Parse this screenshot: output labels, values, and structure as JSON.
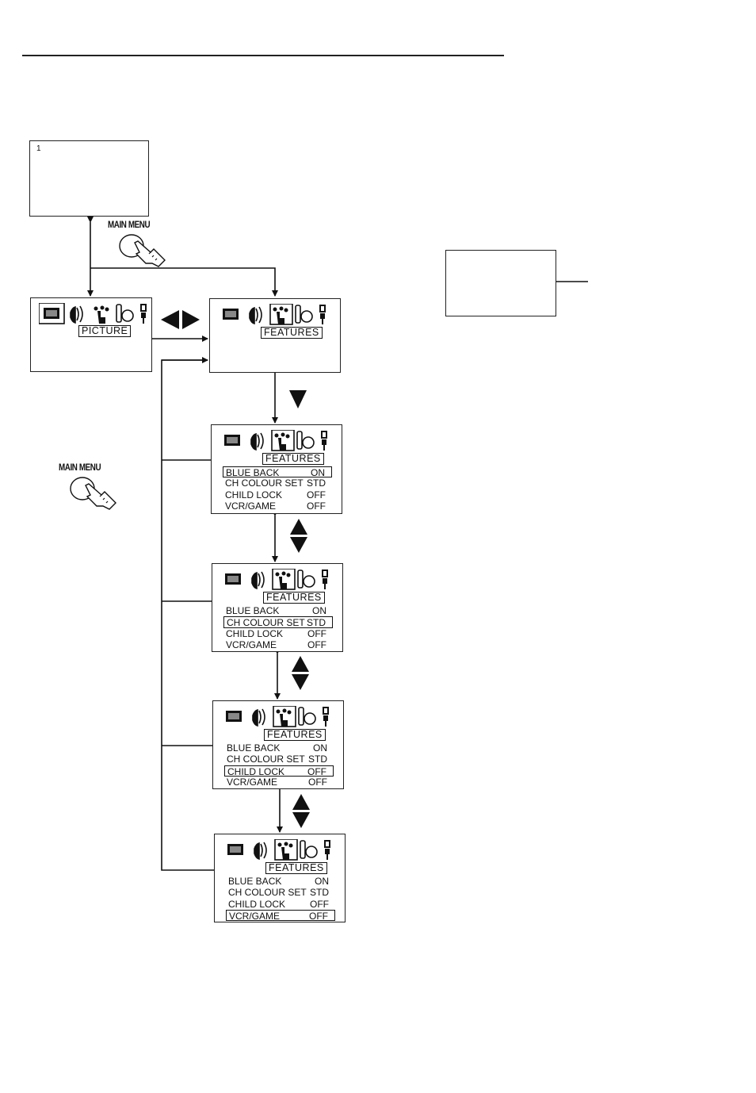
{
  "start_screen": {
    "channel": "1"
  },
  "buttons": {
    "main_menu_top": "MAIN MENU",
    "main_menu_side": "MAIN MENU"
  },
  "menu_icons": [
    "picture-icon",
    "sound-icon",
    "features-icon",
    "timer-icon",
    "setup-icon"
  ],
  "picture_screen": {
    "title": "PICTURE"
  },
  "features_screen": {
    "title": "FEATURES"
  },
  "features_menu": {
    "title": "FEATURES",
    "items": [
      {
        "label": "BLUE BACK",
        "value": "ON"
      },
      {
        "label": "CH COLOUR SET",
        "value": "STD"
      },
      {
        "label": "CHILD LOCK",
        "value": "OFF"
      },
      {
        "label": "VCR/GAME",
        "value": "OFF"
      }
    ]
  },
  "colors": {
    "ink": "#111111",
    "background": "#ffffff"
  }
}
